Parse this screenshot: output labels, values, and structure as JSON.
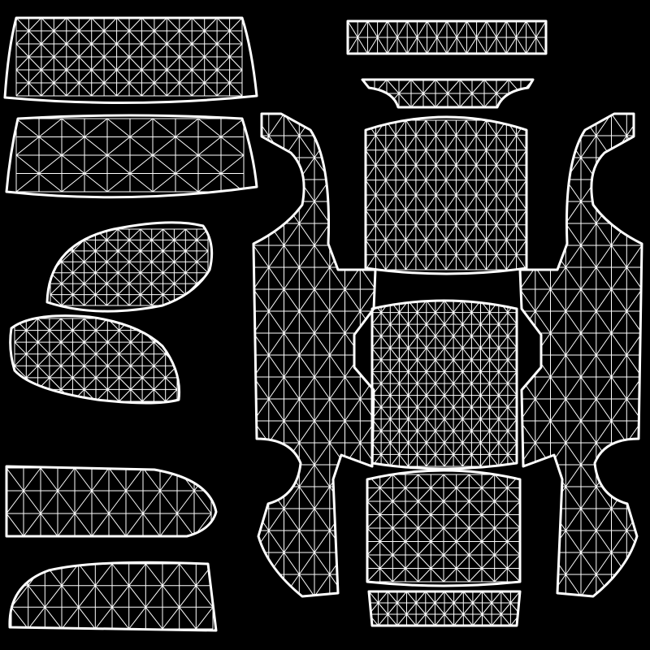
{
  "image": {
    "kind": "uv-wireframe-layout",
    "background_color": "#000000",
    "line_color": "#ffffff"
  },
  "islands": [
    {
      "id": "windshield-top",
      "label": "",
      "mesh_cols": 18,
      "mesh_rows": 6
    },
    {
      "id": "windshield-bottom",
      "label": "",
      "mesh_cols": 10,
      "mesh_rows": 4
    },
    {
      "id": "headlight-upper",
      "label": "",
      "mesh_cols": 14,
      "mesh_rows": 7
    },
    {
      "id": "headlight-lower",
      "label": "",
      "mesh_cols": 14,
      "mesh_rows": 7
    },
    {
      "id": "side-window-upper",
      "label": "",
      "mesh_cols": 12,
      "mesh_rows": 3
    },
    {
      "id": "side-window-lower",
      "label": "",
      "mesh_cols": 12,
      "mesh_rows": 3
    },
    {
      "id": "front-bumper-strip",
      "label": "",
      "mesh_cols": 20,
      "mesh_rows": 2
    },
    {
      "id": "rear-spoiler-strip",
      "label": "",
      "mesh_cols": 14,
      "mesh_rows": 2
    },
    {
      "id": "hood",
      "label": "",
      "mesh_cols": 16,
      "mesh_rows": 10
    },
    {
      "id": "roof",
      "label": "",
      "mesh_cols": 16,
      "mesh_rows": 14
    },
    {
      "id": "trunk",
      "label": "",
      "mesh_cols": 12,
      "mesh_rows": 8
    },
    {
      "id": "rear-bumper",
      "label": "",
      "mesh_cols": 16,
      "mesh_rows": 3
    },
    {
      "id": "left-body-side",
      "label": "",
      "mesh_cols": 8,
      "mesh_rows": 22
    },
    {
      "id": "right-body-side",
      "label": "",
      "mesh_cols": 8,
      "mesh_rows": 22
    }
  ]
}
